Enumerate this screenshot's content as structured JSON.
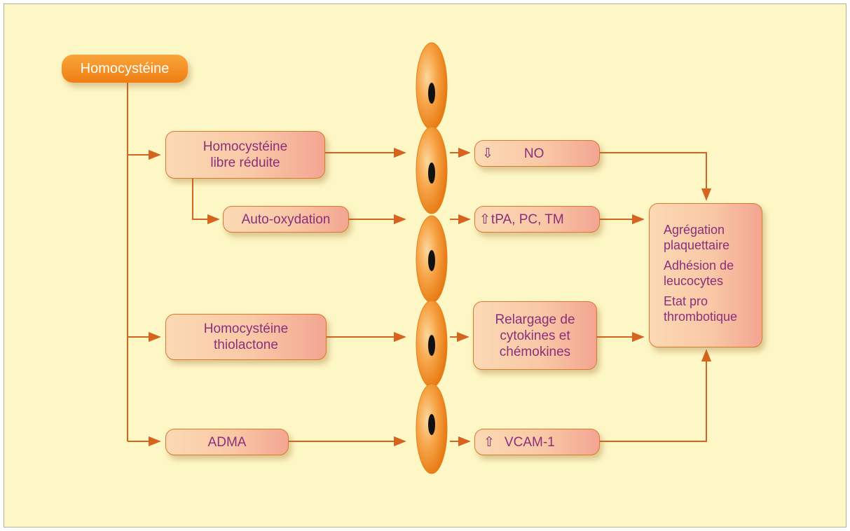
{
  "diagram": {
    "source": "Homocystéine",
    "forms": {
      "free_reduced": [
        "Homocystéine",
        "libre réduite"
      ],
      "auto_oxidation": "Auto-oxydation",
      "thiolactone": [
        "Homocystéine",
        "thiolactone"
      ],
      "adma": "ADMA"
    },
    "effects": {
      "no": {
        "glyph": "⇩",
        "text": "NO"
      },
      "tpa": {
        "glyph": "⇧",
        "text": "tPA, PC, TM"
      },
      "cytokines": [
        "Relargage de",
        "cytokines et",
        "chémokines"
      ],
      "vcam": {
        "glyph": "⇧",
        "text": "VCAM-1"
      }
    },
    "outcomes": [
      [
        "Agrégation",
        "plaquettaire"
      ],
      [
        "Adhésion de",
        "leucocytes"
      ],
      [
        "Etat pro",
        "thrombotique"
      ]
    ]
  },
  "style": {
    "arrow_color": "#d4641f",
    "background": "#fdf6c5",
    "label_color": "#8c2f7a",
    "cell_color": "#f18b1e"
  }
}
